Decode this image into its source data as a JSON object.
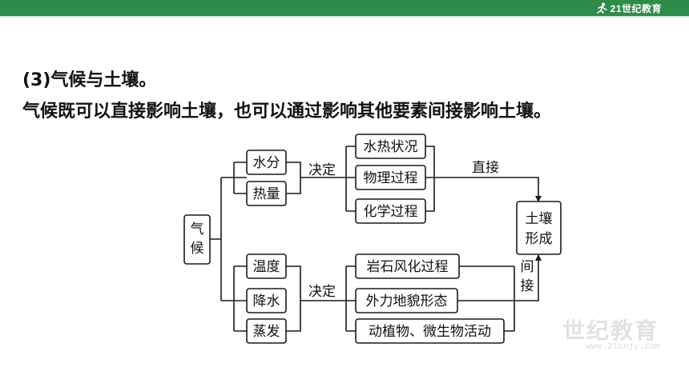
{
  "header": {
    "brand": "21世纪教育",
    "bar_color": "#2f8b4a"
  },
  "heading": "(3)气候与土壤。",
  "subtitle": "气候既可以直接影响土壤，也可以通过影响其他要素间接影响土壤。",
  "diagram": {
    "root": "气候",
    "upper_factors": [
      "水分",
      "热量"
    ],
    "upper_connector": "决定",
    "upper_processes": [
      "水热状况",
      "物理过程",
      "化学过程"
    ],
    "direct_label": "直接",
    "target": "土壤形成",
    "lower_factors": [
      "温度",
      "降水",
      "蒸发"
    ],
    "lower_connector": "决定",
    "lower_processes": [
      "岩石风化过程",
      "外力地貌形态",
      "动植物、微生物活动"
    ],
    "indirect_label": "间接"
  },
  "watermark": {
    "text": "世纪教育",
    "url": "www.21cnjy.com"
  }
}
